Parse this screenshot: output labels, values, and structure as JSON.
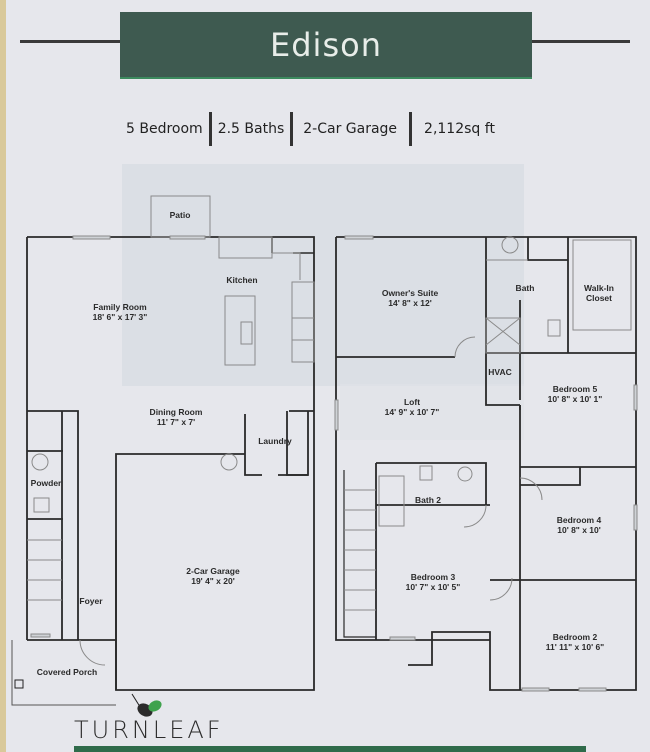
{
  "header": {
    "title": "Edison"
  },
  "specs": [
    {
      "label": "5 Bedroom"
    },
    {
      "label": "2.5 Baths"
    },
    {
      "label": "2-Car Garage"
    },
    {
      "label": "2,112sq ft"
    }
  ],
  "first_floor": {
    "rooms": [
      {
        "name": "Patio",
        "dim": ""
      },
      {
        "name": "Kitchen",
        "dim": ""
      },
      {
        "name": "Family Room",
        "dim": "18' 6\" x 17' 3\""
      },
      {
        "name": "Dining Room",
        "dim": "11' 7\" x 7'"
      },
      {
        "name": "Laundry",
        "dim": ""
      },
      {
        "name": "Powder",
        "dim": ""
      },
      {
        "name": "2-Car Garage",
        "dim": "19' 4\" x 20'"
      },
      {
        "name": "Foyer",
        "dim": ""
      },
      {
        "name": "Covered Porch",
        "dim": ""
      }
    ]
  },
  "second_floor": {
    "rooms": [
      {
        "name": "Owner's Suite",
        "dim": "14' 8\" x 12'"
      },
      {
        "name": "Bath",
        "dim": ""
      },
      {
        "name": "Walk-In",
        "dim": "Closet"
      },
      {
        "name": "HVAC",
        "dim": ""
      },
      {
        "name": "Loft",
        "dim": "14' 9\" x 10' 7\""
      },
      {
        "name": "Bedroom 5",
        "dim": "10' 8\" x 10' 1\""
      },
      {
        "name": "Bath 2",
        "dim": ""
      },
      {
        "name": "Bedroom 4",
        "dim": "10' 8\" x 10'"
      },
      {
        "name": "Bedroom 3",
        "dim": "10' 7\" x 10' 5\""
      },
      {
        "name": "Bedroom 2",
        "dim": "11' 11\" x 10' 6\""
      }
    ]
  },
  "brand": {
    "name": "TURNLEAF"
  },
  "colors": {
    "title_bar": "#3e5a50",
    "accent_green": "#2f6b4a",
    "wall": "#2a2a2a"
  }
}
